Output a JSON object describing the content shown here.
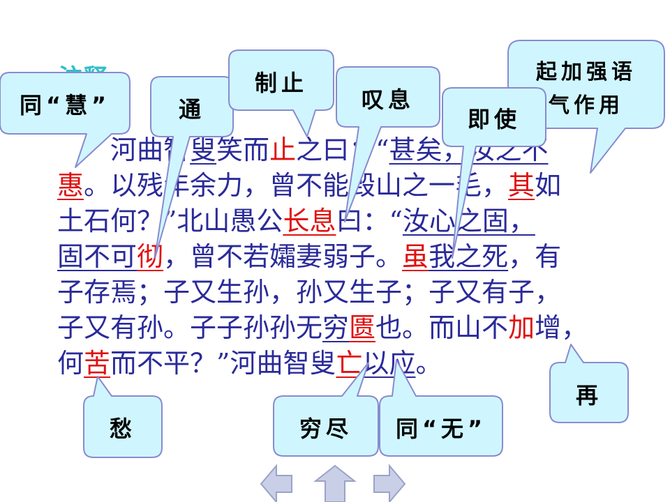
{
  "logo_text": "注释",
  "passage": {
    "line1": {
      "a": "河曲智",
      "b": "叟",
      "c": "笑而",
      "d": "止",
      "e": "之曰：“",
      "f": "甚矣，汝之不"
    },
    "line2": {
      "a": "惠",
      "b": "。以残年余力，曾不能毁山之一毛，",
      "c": "其",
      "d": "如"
    },
    "line3": {
      "a": "土石何？”北山愚公",
      "b": "长息",
      "c": "曰：“",
      "d": "汝心之固，"
    },
    "line4": {
      "a": "固不可",
      "b": "彻",
      "c": "，曾不若孀妻弱子。",
      "d": "虽",
      "e": "我之死",
      "f": "，有"
    },
    "line5": {
      "a": "子存焉；子又生孙，孙又生子；子又有子，"
    },
    "line6": {
      "a": "子又有孙。子子孙孙无",
      "b": "穷",
      "c": "匮",
      "d": "也。而山不",
      "e": "加",
      "f": "增，"
    },
    "line7": {
      "a": "何",
      "b": "苦",
      "c": "而不平？”河曲智叟",
      "d": "亡",
      "e": "以应",
      "f": "。"
    }
  },
  "callouts": {
    "hui": "同“慧”",
    "tong": "通",
    "zhizhi": "制止",
    "tanxi": "叹息",
    "jishi": "即使",
    "qijia": "起加强语气作用",
    "qijia_line1": "起加强语",
    "qijia_line2": "气作用",
    "zai": "再",
    "chou": "愁",
    "qiongjin": "穷尽",
    "tongwu": "同“无”"
  },
  "nav": {
    "prev": "prev-arrow",
    "home": "home-arrow",
    "next": "next-arrow"
  },
  "colors": {
    "text": "#2a2a9a",
    "highlight": "#e01010",
    "bubble_fill": "#cff6ff",
    "bubble_stroke": "#8a8acf"
  }
}
